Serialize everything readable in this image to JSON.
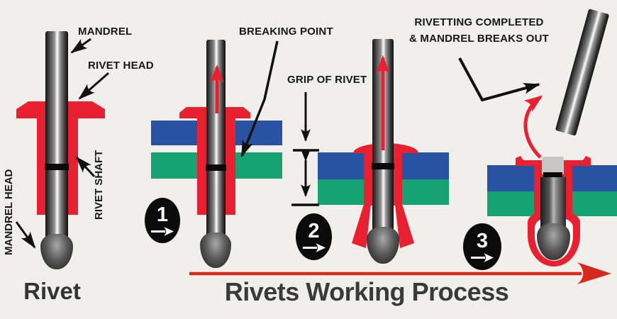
{
  "colors": {
    "background": "#f0efec",
    "rivet_red": "#e8202f",
    "plate_blue": "#2a52a2",
    "plate_green": "#16a272",
    "badge_black": "#0b0b0b",
    "title_gray": "#3a3a3a",
    "process_arrow_red": "#d8291f"
  },
  "anatomy": {
    "title": "Rivet",
    "mandrel_label": "MANDREL",
    "rivet_head_label": "RIVET HEAD",
    "rivet_shaft_label": "RIVET SHAFT",
    "mandrel_head_label": "MANDREL HEAD"
  },
  "process": {
    "title": "Rivets Working Process",
    "step1": {
      "number": "1",
      "annotation": "BREAKING POINT"
    },
    "step2": {
      "number": "2",
      "annotation": "GRIP OF RIVET"
    },
    "step3": {
      "number": "3",
      "annotation_line1": "RIVETTING COMPLETED",
      "annotation_line2": "& MANDREL BREAKS OUT"
    }
  }
}
